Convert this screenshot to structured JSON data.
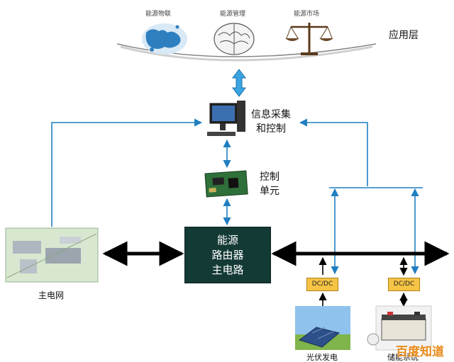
{
  "app_layer": {
    "label": "应用层",
    "items": [
      {
        "label": "能源物联",
        "icon": "world-map-icon"
      },
      {
        "label": "能源管理",
        "icon": "brain-icon"
      },
      {
        "label": "能源市场",
        "icon": "scales-icon"
      }
    ]
  },
  "info": {
    "line1": "信息采集",
    "line2": "和控制",
    "icon": "computer-icon"
  },
  "control": {
    "line1": "控制",
    "line2": "单元",
    "icon": "circuit-board-icon"
  },
  "router": {
    "line1": "能源",
    "line2": "路由器",
    "line3": "主电路"
  },
  "grid": {
    "label": "主电网",
    "icon": "power-plant-icon"
  },
  "dc_left": {
    "label": "DC/DC"
  },
  "dc_right": {
    "label": "DC/DC"
  },
  "pv": {
    "label": "光伏发电",
    "icon": "solar-panel-icon"
  },
  "storage": {
    "label": "储能系统",
    "icon": "battery-icon"
  },
  "watermark": {
    "text": "百度知道"
  },
  "colors": {
    "arrow_blue": "#1f7ec0",
    "bus": "#000000",
    "router_bg": "#143a36",
    "dc_fill": "#f6c445"
  }
}
